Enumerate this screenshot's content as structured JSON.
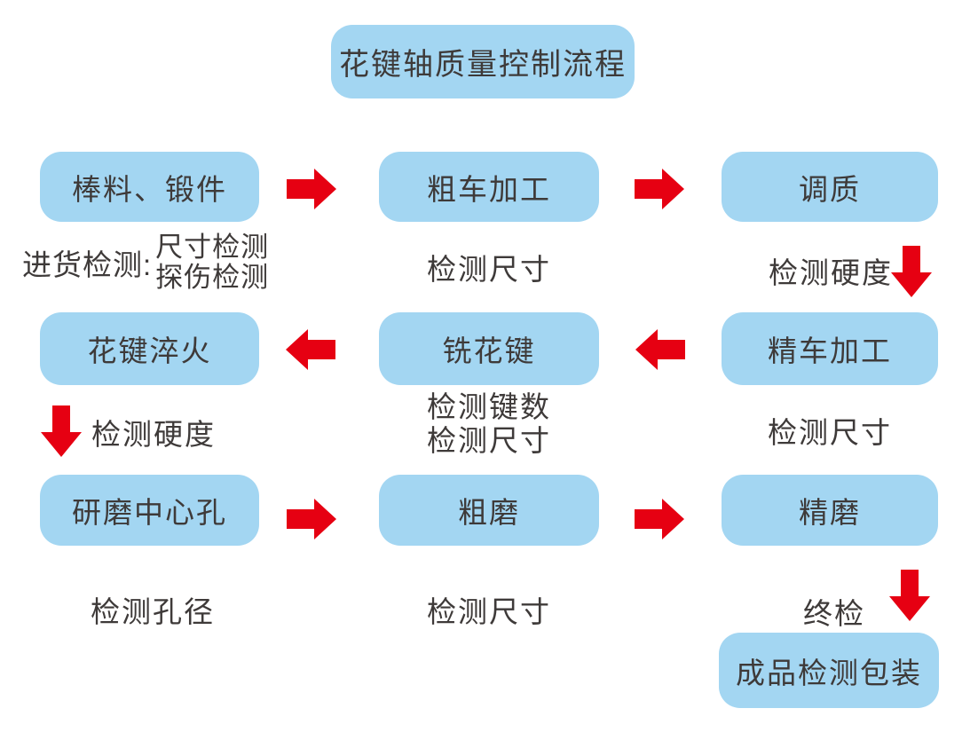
{
  "title": "花键轴质量控制流程",
  "colors": {
    "box_fill": "#A3D6F2",
    "arrow": "#E60012",
    "text": "#3E3A39",
    "background": "#FFFFFF"
  },
  "flow": {
    "row1": {
      "box1": "棒料、锻件",
      "box2": "粗车加工",
      "box3": "调质",
      "check1_label": "进货检测:",
      "check1_item1": "尺寸检测",
      "check1_item2": "探伤检测",
      "check2": "检测尺寸",
      "check3": "检测硬度"
    },
    "row2": {
      "box1": "花键淬火",
      "box2": "铣花键",
      "box3": "精车加工",
      "check1": "检测硬度",
      "check2_line1": "检测键数",
      "check2_line2": "检测尺寸",
      "check3": "检测尺寸"
    },
    "row3": {
      "box1": "研磨中心孔",
      "box2": "粗磨",
      "box3": "精磨",
      "check1": "检测孔径",
      "check2": "检测尺寸",
      "check3": "终检"
    },
    "final": {
      "box": "成品检测包装"
    }
  }
}
